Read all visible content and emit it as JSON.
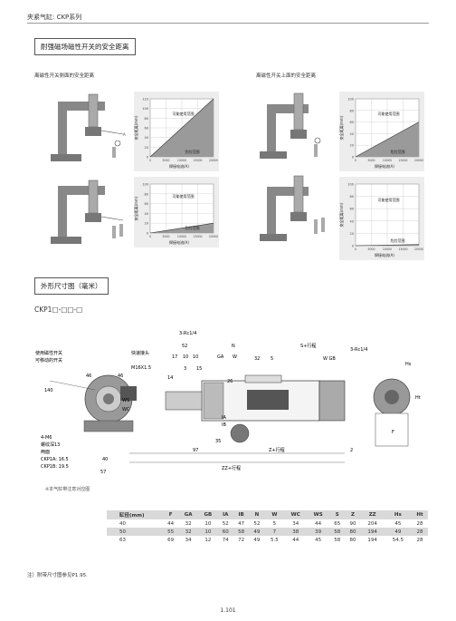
{
  "header": {
    "title": "夹紧气缸: CKP系列"
  },
  "section1": {
    "title": "耐强磁场磁性开关的安全距离",
    "left_caption": "离磁性开关侧面的安全距离",
    "right_caption": "离磁性开关上面的安全距离",
    "region_usable": "可能使用范围",
    "region_danger": "危险范围",
    "xlabel": "焊接电流(A)",
    "ylabel": "安全距离(mm)",
    "x_ticks": [
      "0",
      "5000",
      "10000",
      "15000",
      "20000"
    ]
  },
  "chart_data": [
    {
      "type": "area",
      "xlabel": "焊接电流(A)",
      "ylabel": "安全距离(mm)",
      "ylim": [
        0,
        120
      ],
      "y_ticks": [
        0,
        20,
        40,
        60,
        80,
        100,
        120
      ],
      "xlim": [
        0,
        20000
      ],
      "x": [
        0,
        20000
      ],
      "y": [
        0,
        120
      ]
    },
    {
      "type": "area",
      "xlabel": "焊接电流(A)",
      "ylabel": "安全距离(mm)",
      "ylim": [
        0,
        100
      ],
      "y_ticks": [
        0,
        20,
        40,
        60,
        80,
        100
      ],
      "xlim": [
        0,
        20000
      ],
      "x": [
        0,
        20000
      ],
      "y": [
        0,
        20
      ]
    },
    {
      "type": "area",
      "xlabel": "焊接电流(A)",
      "ylabel": "安全距离(mm)",
      "ylim": [
        0,
        100
      ],
      "y_ticks": [
        0,
        20,
        40,
        60,
        80,
        100
      ],
      "xlim": [
        0,
        20000
      ],
      "x": [
        0,
        20000
      ],
      "y": [
        0,
        60
      ]
    },
    {
      "type": "area",
      "xlabel": "焊接电流(A)",
      "ylabel": "安全距离(mm)",
      "ylim": [
        0,
        100
      ],
      "y_ticks": [
        0,
        20,
        40,
        60,
        80,
        100
      ],
      "xlim": [
        0,
        20000
      ],
      "x": [
        0,
        20000
      ],
      "y": [
        0,
        2
      ]
    }
  ],
  "section2": {
    "title": "外形尺寸图（毫米）",
    "model_code": "CKP1□-□□-□"
  },
  "drawing": {
    "labels": {
      "port1": "3-Rc1/4",
      "port2": "3-Rc1/4",
      "dim52": "52",
      "n": "N",
      "s_stroke": "S+行程",
      "wgb": "W GB",
      "hs": "Hs",
      "ht": "Ht",
      "f": "F",
      "z_stroke": "Z+行程",
      "zz_stroke": "ZZ+行程",
      "dim97": "97",
      "dim2": "2",
      "dim57": "57",
      "dim40": "40",
      "m16": "M16X1.5",
      "left_note1": "使用磁性开关",
      "left_note2": "可移动的开关",
      "left_note3": "快速接头",
      "m6": "4-M6",
      "m6b": "螺纹深13",
      "m6c": "两面",
      "ckp1a": "CKP1A: 16.5",
      "ckp1b": "CKP1B: 19.5",
      "dim46a": "46",
      "dim46b": "46",
      "dim140": "140",
      "dim26": "26",
      "dim35": "35",
      "dim10a": "10",
      "dim10b": "10",
      "dim17": "17",
      "dim15": "15",
      "dim14": "14",
      "dim3": "3",
      "dim32": "32",
      "dim5": "5",
      "ga": "GA",
      "w": "W",
      "ia": "IA",
      "ib": "IB",
      "wc": "WC",
      "ws": "WS",
      "note_sc": "※本气缸带注意对应图"
    }
  },
  "table": {
    "headers": [
      "缸径(mm)",
      "F",
      "GA",
      "GB",
      "IA",
      "IB",
      "N",
      "W",
      "WC",
      "WS",
      "S",
      "Z",
      "ZZ",
      "Hs",
      "Ht"
    ],
    "rows": [
      [
        "40",
        "44",
        "32",
        "10",
        "52",
        "47",
        "52",
        "5",
        "34",
        "44",
        "65",
        "90",
        "204",
        "45",
        "28"
      ],
      [
        "50",
        "55",
        "32",
        "10",
        "60",
        "58",
        "49",
        "7",
        "38",
        "39",
        "58",
        "80",
        "194",
        "49",
        "28"
      ],
      [
        "63",
        "69",
        "34",
        "12",
        "74",
        "72",
        "49",
        "5.5",
        "44",
        "45",
        "58",
        "80",
        "194",
        "54.5",
        "28"
      ]
    ]
  },
  "footnote": "注）附带尺寸图参见P1.95.",
  "page_number": "1.101",
  "colors": {
    "danger_fill": "#9a9a9a",
    "panel_bg": "#ededed",
    "cylinder": "#555555"
  }
}
